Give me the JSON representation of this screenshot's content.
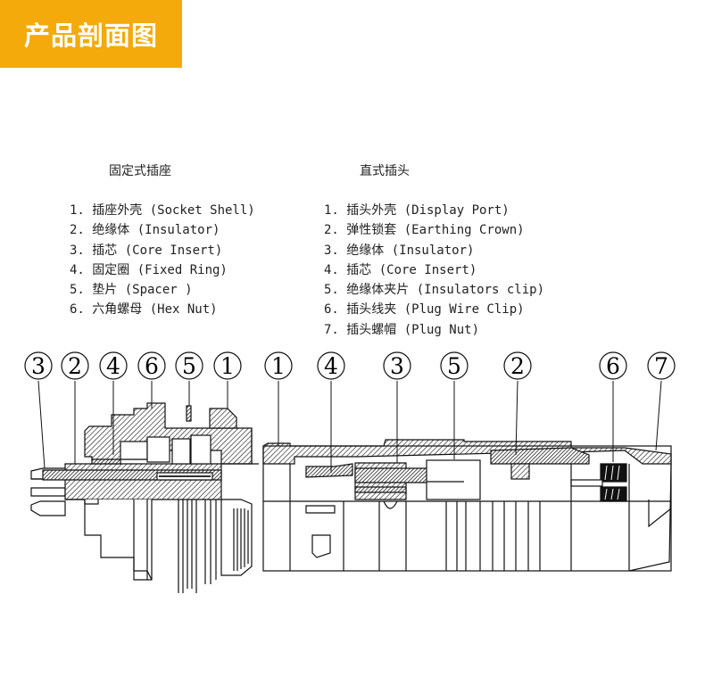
{
  "header": {
    "title": "产品剖面图",
    "background": "#f4aa0a"
  },
  "socket": {
    "title": "固定式插座",
    "parts": [
      "1. 插座外壳 (Socket Shell)",
      "2. 绝缘体 (Insulator)",
      "3. 插芯 (Core Insert)",
      "4. 固定圈 (Fixed Ring)",
      "5. 垫片 (Spacer )",
      "6. 六角螺母 (Hex Nut)"
    ],
    "callouts": [
      "3",
      "2",
      "4",
      "6",
      "5",
      "1"
    ]
  },
  "plug": {
    "title": "直式插头",
    "parts": [
      "1. 插头外壳 (Display Port)",
      "2. 弹性锁套 (Earthing Crown)",
      "3. 绝缘体 (Insulator)",
      "4. 插芯 (Core Insert)",
      "5. 绝缘体夹片 (Insulators clip)",
      "6. 插头线夹 (Plug Wire Clip)",
      "7. 插头螺帽 (Plug Nut)"
    ],
    "callouts": [
      "1",
      "4",
      "3",
      "5",
      "2",
      "6",
      "7"
    ]
  }
}
